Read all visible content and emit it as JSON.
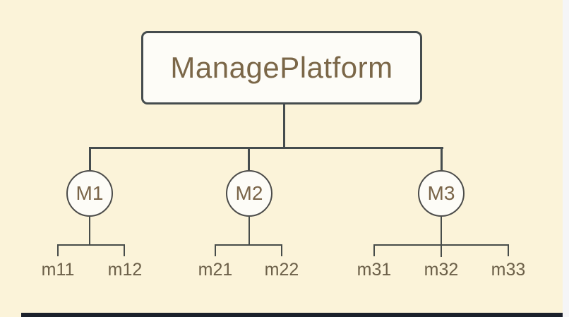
{
  "colors": {
    "background": "#fbf3d9",
    "right_strip": "#f5f5f7",
    "bottom_bar": "#1b202b",
    "connector_line": "#454c4e",
    "node_fill": "#fdfcf7",
    "root_text": "#7b6748",
    "node_text": "#7a6549",
    "leaf_text": "#6c6049"
  },
  "diagram": {
    "type": "tree",
    "root": {
      "label": "ManagePlatform"
    },
    "children": [
      {
        "label": "M1",
        "children": [
          {
            "label": "m11"
          },
          {
            "label": "m12"
          }
        ]
      },
      {
        "label": "M2",
        "children": [
          {
            "label": "m21"
          },
          {
            "label": "m22"
          }
        ]
      },
      {
        "label": "M3",
        "children": [
          {
            "label": "m31"
          },
          {
            "label": "m32"
          },
          {
            "label": "m33"
          }
        ]
      }
    ]
  }
}
